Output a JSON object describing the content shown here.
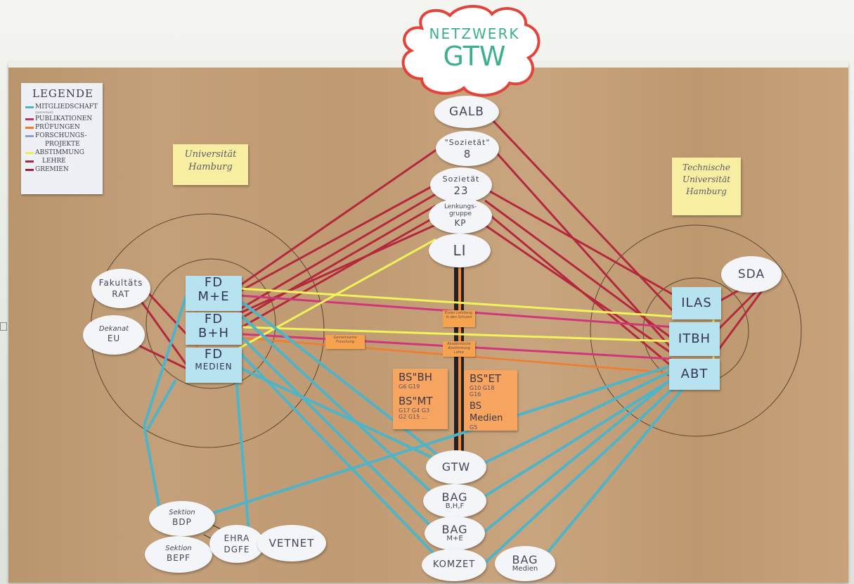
{
  "title": {
    "line1": "NETZWERK",
    "line2": "GTW"
  },
  "legend": {
    "title": "LEGENDE",
    "items": [
      {
        "label": "Mitgliedschaft",
        "sub": "(personal)",
        "color": "#4fb3c9"
      },
      {
        "label": "Publikationen",
        "color": "#c1306a"
      },
      {
        "label": "Prüfungen",
        "color": "#f07a2a"
      },
      {
        "label": "Forschungs-",
        "label2": "Projekte",
        "color": "#8fa0c8"
      },
      {
        "label": "Abstimmung",
        "color": "#e8ef55"
      },
      {
        "label": "Lehre",
        "color": "#a32a4a"
      },
      {
        "label": "Gremien",
        "color": "#9a2140"
      }
    ]
  },
  "labels": {
    "uhh": {
      "line1": "Universität",
      "line2": "Hamburg"
    },
    "tuhh": {
      "line1": "Technische",
      "line2": "Universität",
      "line3": "Hamburg"
    }
  },
  "center": {
    "galb": "GALB",
    "soz8": {
      "a": "\"Sozietät\"",
      "b": "8"
    },
    "soz23": {
      "a": "Sozietät",
      "b": "23"
    },
    "lenk": {
      "a": "Lenkungs-",
      "b": "gruppe",
      "c": "KP"
    },
    "li": "LI"
  },
  "left": {
    "fdme": {
      "a": "FD",
      "b": "M+E"
    },
    "fdbh": {
      "a": "FD",
      "b": "B+H"
    },
    "fdm": {
      "a": "FD",
      "b": "MEDIEN"
    },
    "fak": {
      "a": "Fakultäts",
      "b": "rat"
    },
    "dek": {
      "a": "Dekanat",
      "b": "EU"
    }
  },
  "right": {
    "ilas": "ILAS",
    "itbh": "ITBH",
    "abt": "ABT",
    "sda": "SDA"
  },
  "bs": {
    "bh": {
      "a": "BS\"BH",
      "b": "G6 G19"
    },
    "mt": {
      "a": "BS\"MT",
      "b": "G17 G4 G3",
      "c": "G2 G15 ..."
    },
    "et": {
      "a": "BS\"ET",
      "b": "G10 G18",
      "c": "G16"
    },
    "med": {
      "a": "BS Medien",
      "b": "G5"
    }
  },
  "tags": {
    "t1": "Erster Lehrberg. in den Schulen",
    "t2": "Gemeinsame Forschung",
    "t3": "Akademische Abstimmung Lehre"
  },
  "bottom": {
    "gtw": "GTW",
    "bag1": {
      "a": "BAG",
      "b": "B,H,F"
    },
    "bag2": {
      "a": "BAG",
      "b": "M+E"
    },
    "komzet": "KOMZET",
    "bag3": {
      "a": "BAG",
      "b": "Medien"
    },
    "bdp": {
      "a": "Sektion",
      "b": "BDP"
    },
    "bepf": {
      "a": "Sektion",
      "b": "BEPF"
    },
    "ehra": {
      "a": "EHRA",
      "b": "DGFE"
    },
    "vetnet": "VETNET"
  }
}
